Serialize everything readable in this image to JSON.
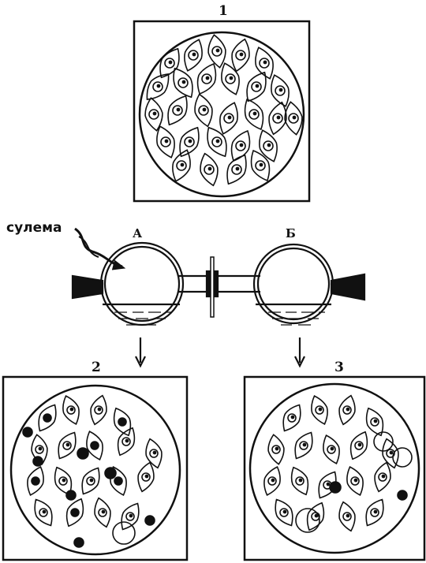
{
  "labels": {
    "panel_top": "1",
    "panel_left": "2",
    "panel_right": "3",
    "chamber_left": "А",
    "chamber_right": "Б",
    "substance": "сулема"
  }
}
